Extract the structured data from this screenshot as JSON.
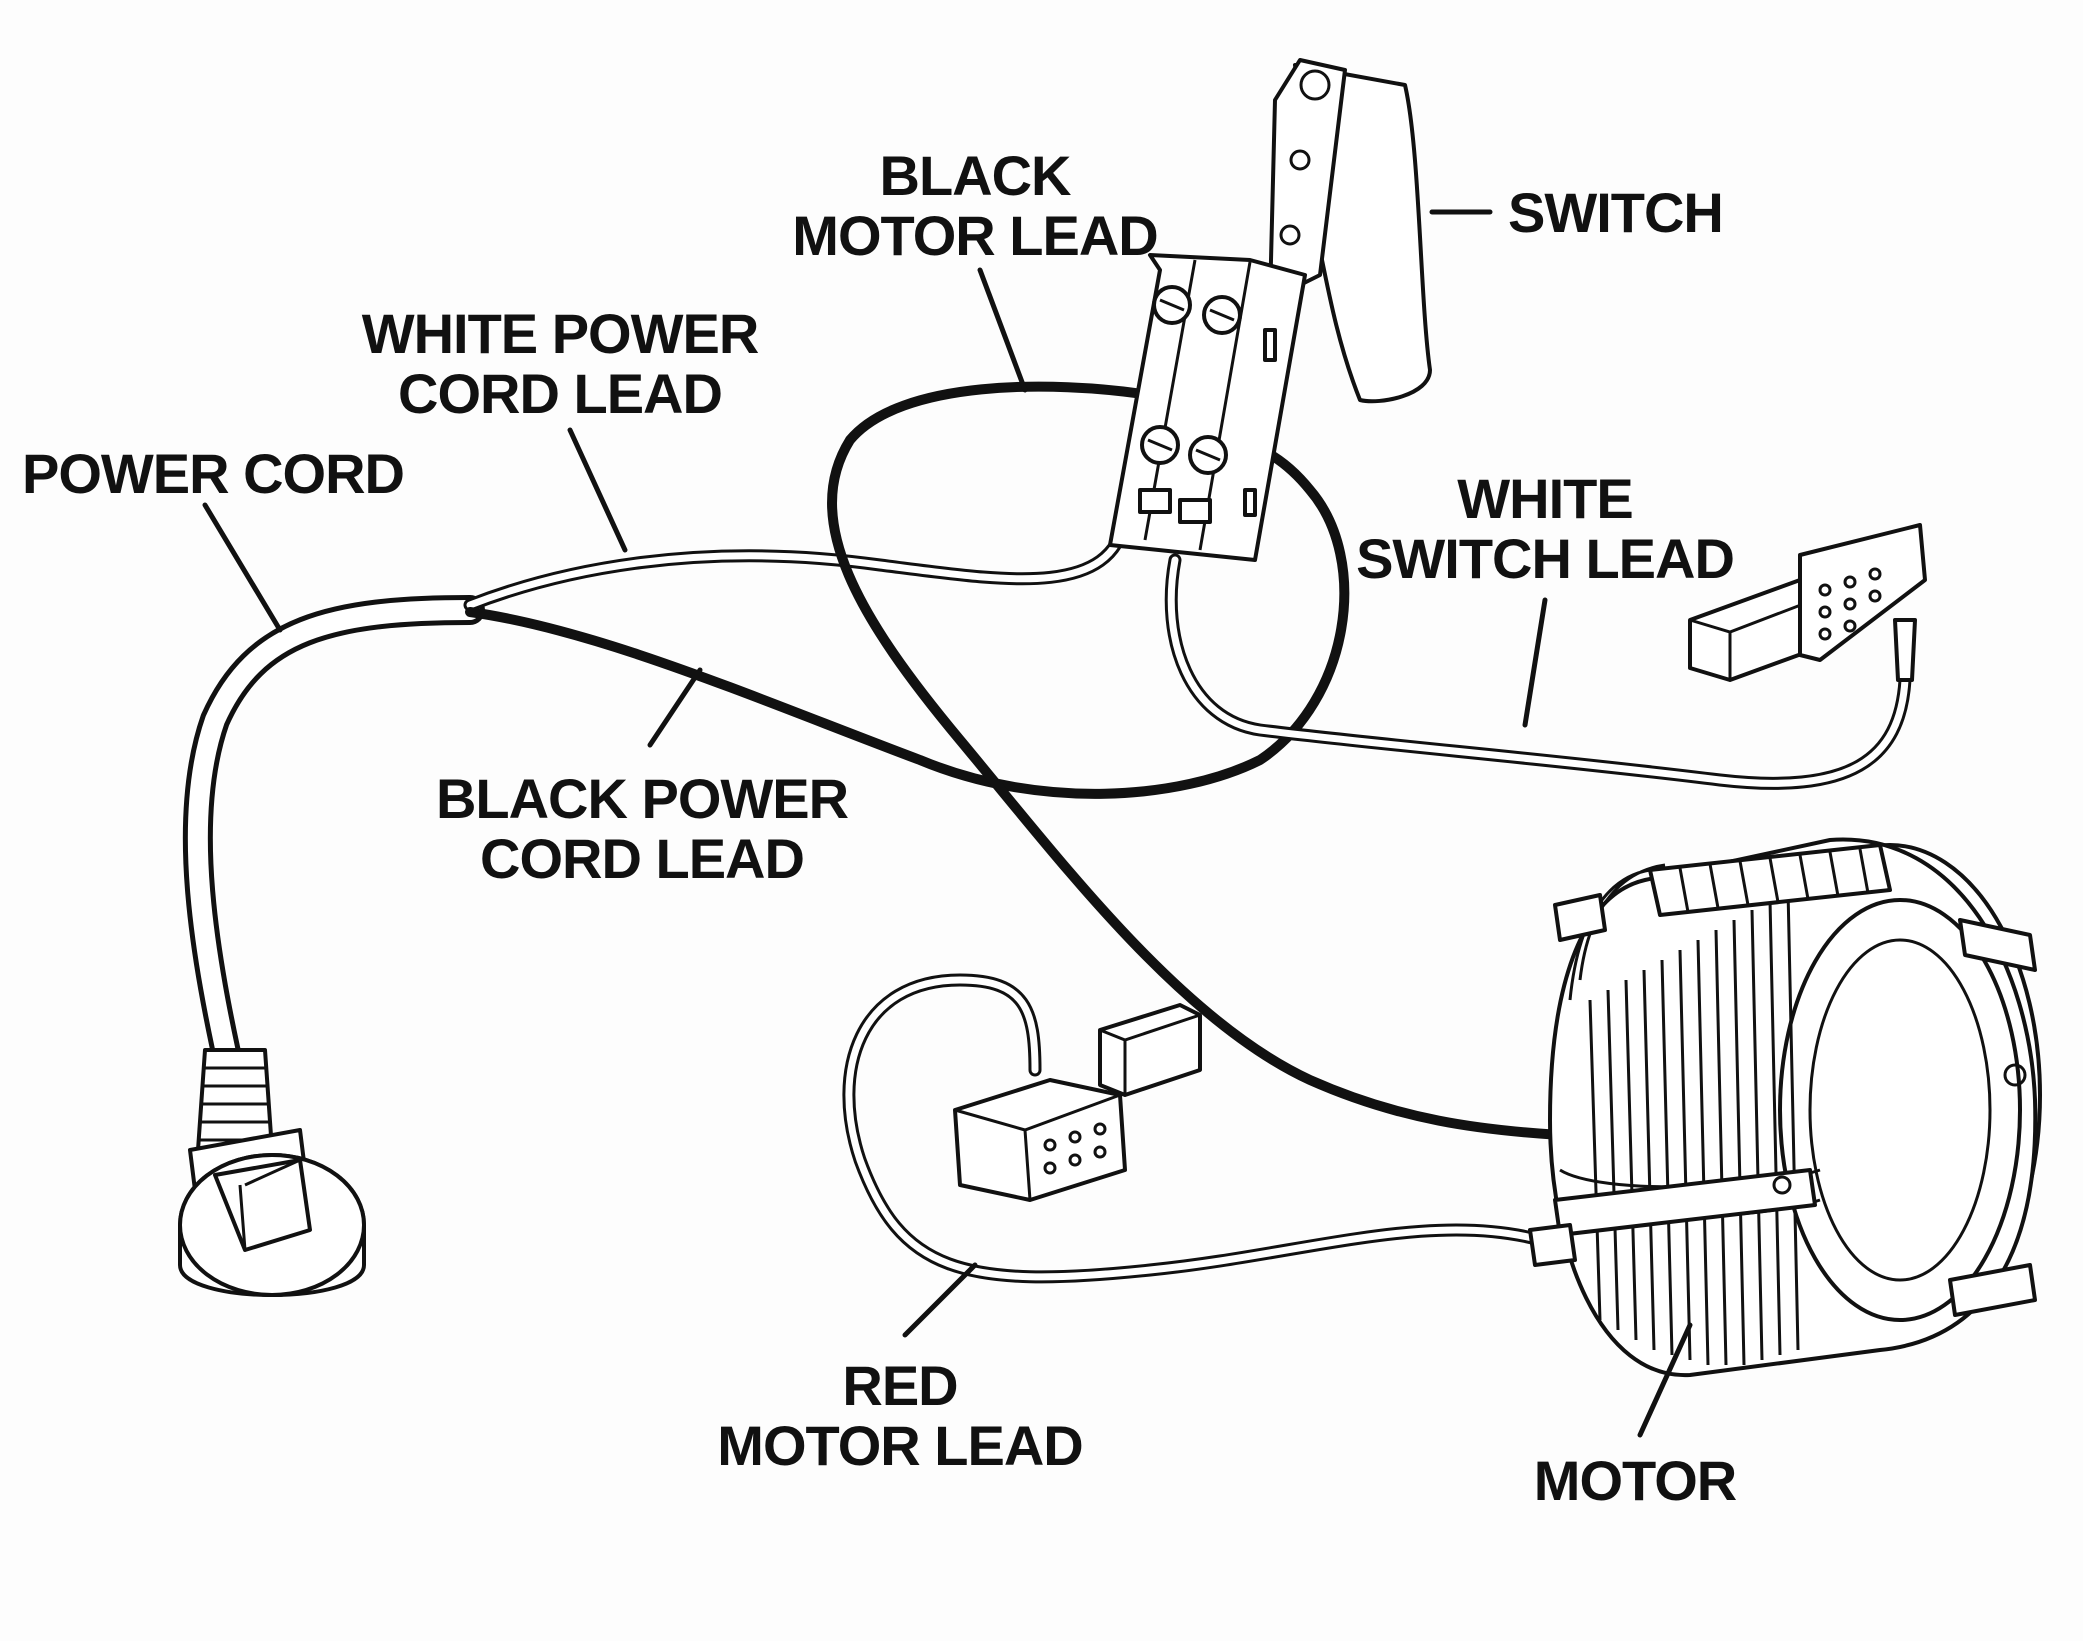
{
  "labels": {
    "black_motor_lead": [
      "BLACK",
      "MOTOR LEAD"
    ],
    "switch": "SWITCH",
    "white_power_cord_lead": [
      "WHITE POWER",
      "CORD LEAD"
    ],
    "power_cord": "POWER CORD",
    "white_switch_lead": [
      "WHITE",
      "SWITCH LEAD"
    ],
    "black_power_cord_lead": [
      "BLACK POWER",
      "CORD LEAD"
    ],
    "red_motor_lead": [
      "RED",
      "MOTOR LEAD"
    ],
    "motor": "MOTOR"
  },
  "colors": {
    "ink": "#111111",
    "paper": "#fdfdfd"
  }
}
